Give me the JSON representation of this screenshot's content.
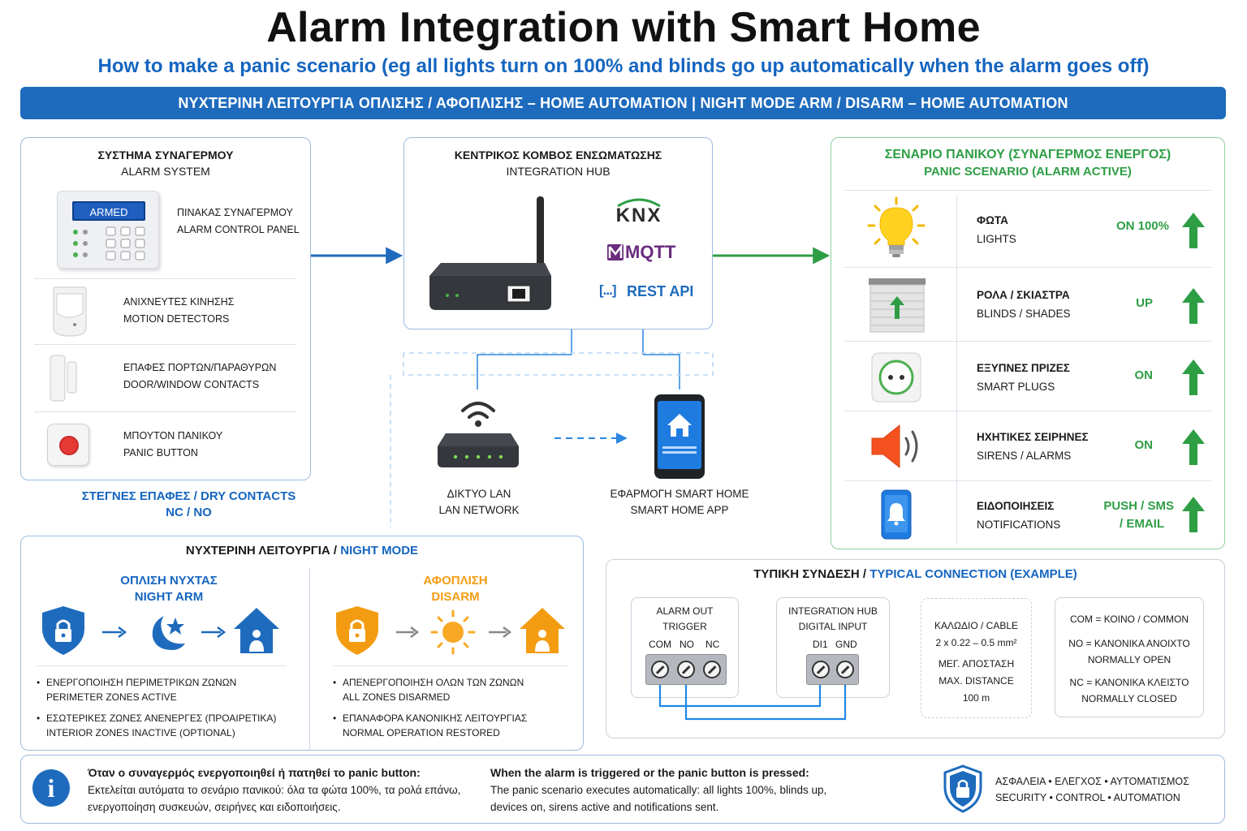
{
  "header": {
    "title": "Alarm Integration with Smart Home",
    "subtitle": "How to make a panic scenario (eg all lights turn on 100% and blinds go up automatically when the alarm goes off)",
    "banner": "ΝΥΧΤΕΡΙΝΗ ΛΕΙΤΟΥΡΓΙΑ ΟΠΛΙΣΗΣ / ΑΦΟΠΛΙΣΗΣ – HOME AUTOMATION | NIGHT MODE ARM / DISARM – HOME AUTOMATION"
  },
  "alarm": {
    "title_gr": "ΣΥΣΤΗΜΑ ΣΥΝΑΓΕΡΜΟΥ",
    "title_en": "ALARM SYSTEM",
    "panel_display": "ARMED",
    "items": [
      {
        "gr": "ΠΙΝΑΚΑΣ ΣΥΝΑΓΕΡΜΟΥ",
        "en": "ALARM CONTROL PANEL"
      },
      {
        "gr": "ΑΝΙΧΝΕΥΤΕΣ ΚΙΝΗΣΗΣ",
        "en": "MOTION DETECTORS"
      },
      {
        "gr": "ΕΠΑΦΕΣ ΠΟΡΤΩΝ/ΠΑΡΑΘΥΡΩΝ",
        "en": "DOOR/WINDOW CONTACTS"
      },
      {
        "gr": "ΜΠΟΥΤΟΝ ΠΑΝΙΚΟΥ",
        "en": "PANIC BUTTON"
      }
    ],
    "dry_line1": "ΣΤΕΓΝΕΣ ΕΠΑΦΕΣ / DRY CONTACTS",
    "dry_line2": "NC / NO"
  },
  "hub": {
    "title_gr": "ΚΕΝΤΡΙΚΟΣ ΚΟΜΒΟΣ ΕΝΣΩΜΑΤΩΣΗΣ",
    "title_en": "INTEGRATION HUB",
    "protocols": [
      "KNX",
      "MQTT",
      "REST API"
    ],
    "api_icon": "[...]"
  },
  "network": {
    "lan_gr": "ΔΙΚΤΥΟ LAN",
    "lan_en": "LAN NETWORK",
    "app_gr": "ΕΦΑΡΜΟΓΗ SMART HOME",
    "app_en": "SMART HOME APP"
  },
  "panic": {
    "title_gr": "ΣΕΝΑΡΙΟ ΠΑΝΙΚΟΥ (ΣΥΝΑΓΕΡΜΟΣ ΕΝΕΡΓΟΣ)",
    "title_en": "PANIC SCENARIO (ALARM ACTIVE)",
    "rows": [
      {
        "icon": "light-bulb-icon",
        "gr": "ΦΩΤΑ",
        "en": "LIGHTS",
        "status": "ON 100%",
        "status2": ""
      },
      {
        "icon": "blinds-icon",
        "gr": "ΡΟΛΑ / ΣΚΙΑΣΤΡΑ",
        "en": "BLINDS / SHADES",
        "status": "UP",
        "status2": ""
      },
      {
        "icon": "smart-plug-icon",
        "gr": "ΕΞΥΠΝΕΣ ΠΡΙΖΕΣ",
        "en": "SMART PLUGS",
        "status": "ON",
        "status2": ""
      },
      {
        "icon": "siren-speaker-icon",
        "gr": "ΗΧΗΤΙΚΕΣ ΣΕΙΡΗΝΕΣ",
        "en": "SIRENS / ALARMS",
        "status": "ON",
        "status2": ""
      },
      {
        "icon": "notification-phone-icon",
        "gr": "ΕΙΔΟΠΟΙΗΣΕΙΣ",
        "en": "NOTIFICATIONS",
        "status": "PUSH / SMS",
        "status2": "/ EMAIL"
      }
    ]
  },
  "night": {
    "title_gr": "ΝΥΧΤΕΡΙΝΗ ΛΕΙΤΟΥΡΓΙΑ /",
    "title_en": "NIGHT MODE",
    "arm_gr": "ΟΠΛΙΣΗ ΝΥΧΤΑΣ",
    "arm_en": "NIGHT ARM",
    "arm_b1_gr": "ΕΝΕΡΓΟΠΟΙΗΣΗ ΠΕΡΙΜΕΤΡΙΚΩΝ ΖΩΝΩΝ",
    "arm_b1_en": "PERIMETER ZONES ACTIVE",
    "arm_b2_gr": "ΕΣΩΤΕΡΙΚΕΣ ΖΩΝΕΣ ΑΝΕΝΕΡΓΕΣ (ΠΡΟΑΙΡΕΤΙΚΑ)",
    "arm_b2_en": "INTERIOR ZONES INACTIVE (OPTIONAL)",
    "dis_gr": "ΑΦΟΠΛΙΣΗ",
    "dis_en": "DISARM",
    "dis_b1_gr": "ΑΠΕΝΕΡΓΟΠΟΙΗΣΗ ΟΛΩΝ ΤΩΝ ΖΩΝΩΝ",
    "dis_b1_en": "ALL ZONES DISARMED",
    "dis_b2_gr": "ΕΠΑΝΑΦΟΡΑ ΚΑΝΟΝΙΚΗΣ ΛΕΙΤΟΥΡΓΙΑΣ",
    "dis_b2_en": "NORMAL OPERATION RESTORED"
  },
  "connection": {
    "title_gr": "ΤΥΠΙΚΗ ΣΥΝΔΕΣΗ /",
    "title_en": "TYPICAL CONNECTION (EXAMPLE)",
    "alarm_out_1": "ALARM OUT",
    "alarm_out_2": "TRIGGER",
    "alarm_terms": [
      "COM",
      "NO",
      "NC"
    ],
    "hub_in_1": "INTEGRATION HUB",
    "hub_in_2": "DIGITAL INPUT",
    "hub_terms": [
      "DI1",
      "GND"
    ],
    "cable_1": "ΚΑΛΩΔΙΟ / CABLE",
    "cable_2": "2 x 0.22 – 0.5 mm²",
    "cable_3": "ΜΕΓ. ΑΠΟΣΤΑΣΗ",
    "cable_4": "MAX. DISTANCE",
    "cable_5": "100 m",
    "legend_com": "COM = ΚΟΙΝΟ / COMMON",
    "legend_no_1": "NO = ΚΑΝΟΝΙΚΑ ΑΝΟΙΧΤΟ",
    "legend_no_2": "NORMALLY OPEN",
    "legend_nc_1": "NC = ΚΑΝΟΝΙΚΑ ΚΛΕΙΣΤΟ",
    "legend_nc_2": "NORMALLY CLOSED"
  },
  "footer": {
    "info_icon": "i",
    "gr_head": "Όταν ο συναγερμός ενεργοποιηθεί ή πατηθεί το panic button:",
    "gr_body1": "Εκτελείται αυτόματα το σενάριο πανικού: όλα τα φώτα 100%, τα ρολά επάνω,",
    "gr_body2": "ενεργοποίηση συσκευών, σειρήνες και ειδοποιήσεις.",
    "en_head": "When the alarm is triggered or the panic button is pressed:",
    "en_body1": "The panic scenario executes automatically: all lights 100%, blinds up,",
    "en_body2": "devices on, sirens active and notifications sent.",
    "tag_gr": "ΑΣΦΑΛΕΙΑ • ΕΛΕΓΧΟΣ • ΑΥΤΟΜΑΤΙΣΜΟΣ",
    "tag_en": "SECURITY • CONTROL • AUTOMATION"
  },
  "colors": {
    "blue": "#1e6bbd",
    "green": "#2e9e45",
    "orange": "#f39c12",
    "red": "#e53935"
  }
}
